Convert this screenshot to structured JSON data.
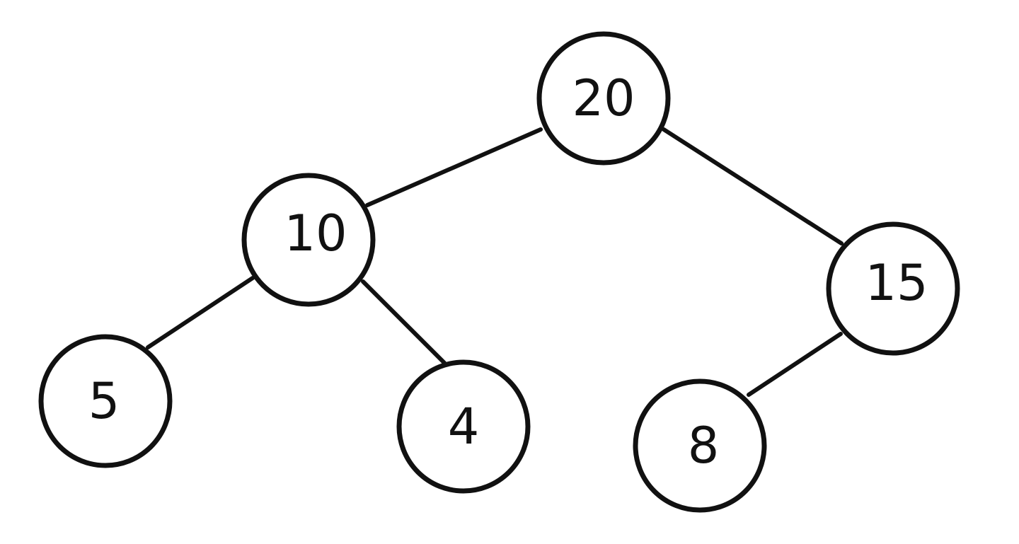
{
  "diagram": {
    "type": "binary-tree",
    "nodes": [
      {
        "id": "n20",
        "value": "20"
      },
      {
        "id": "n10",
        "value": "10"
      },
      {
        "id": "n15",
        "value": "15"
      },
      {
        "id": "n5",
        "value": "5"
      },
      {
        "id": "n4",
        "value": "4"
      },
      {
        "id": "n8",
        "value": "8"
      }
    ],
    "edges": [
      {
        "from": "n20",
        "to": "n10"
      },
      {
        "from": "n20",
        "to": "n15"
      },
      {
        "from": "n10",
        "to": "n5"
      },
      {
        "from": "n10",
        "to": "n4"
      },
      {
        "from": "n15",
        "to": "n8"
      }
    ],
    "colors": {
      "stroke": "#111111",
      "fill": "#ffffff"
    }
  }
}
